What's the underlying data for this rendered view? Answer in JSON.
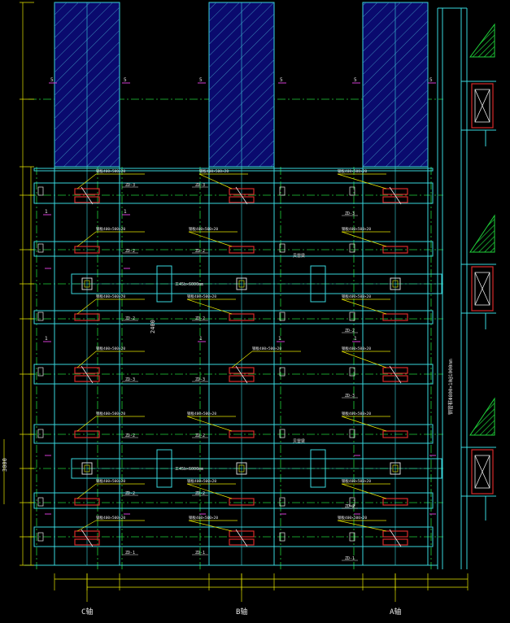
{
  "colors": {
    "background": "#000000",
    "cyan": "#39d6dc",
    "green": "#1fd13a",
    "yellow": "#e6e600",
    "magenta": "#d23cd2",
    "red": "#d62a2a",
    "white": "#e8e8e8",
    "navy": "#0a0a6e",
    "hatch": "#3a86b8"
  },
  "axes": {
    "left": "C轴",
    "middle": "B轴",
    "right": "A轴"
  },
  "dims": {
    "span_left_vertical": "3000",
    "span_mid_vertical": "2400",
    "right_long_label": "钢管桩Φ800×10@1000mm"
  },
  "section_marks": [
    "5",
    "5",
    "5",
    "5",
    "5",
    "5",
    "1",
    "1",
    "1",
    "1",
    "1",
    "1"
  ],
  "zd_labels": {
    "zd3": "ZD-3",
    "zd2": "ZD-2",
    "zd1": "ZD-1"
  },
  "callout_short": "钢板400×500×20",
  "beam_labels": {
    "top": "工45b×6000mm",
    "bottom": "工45b×6000mm"
  },
  "note_small": "贝雷梁",
  "icons": [
    "hatch-block-icon",
    "steel-plate-icon",
    "cross-brace-icon"
  ]
}
